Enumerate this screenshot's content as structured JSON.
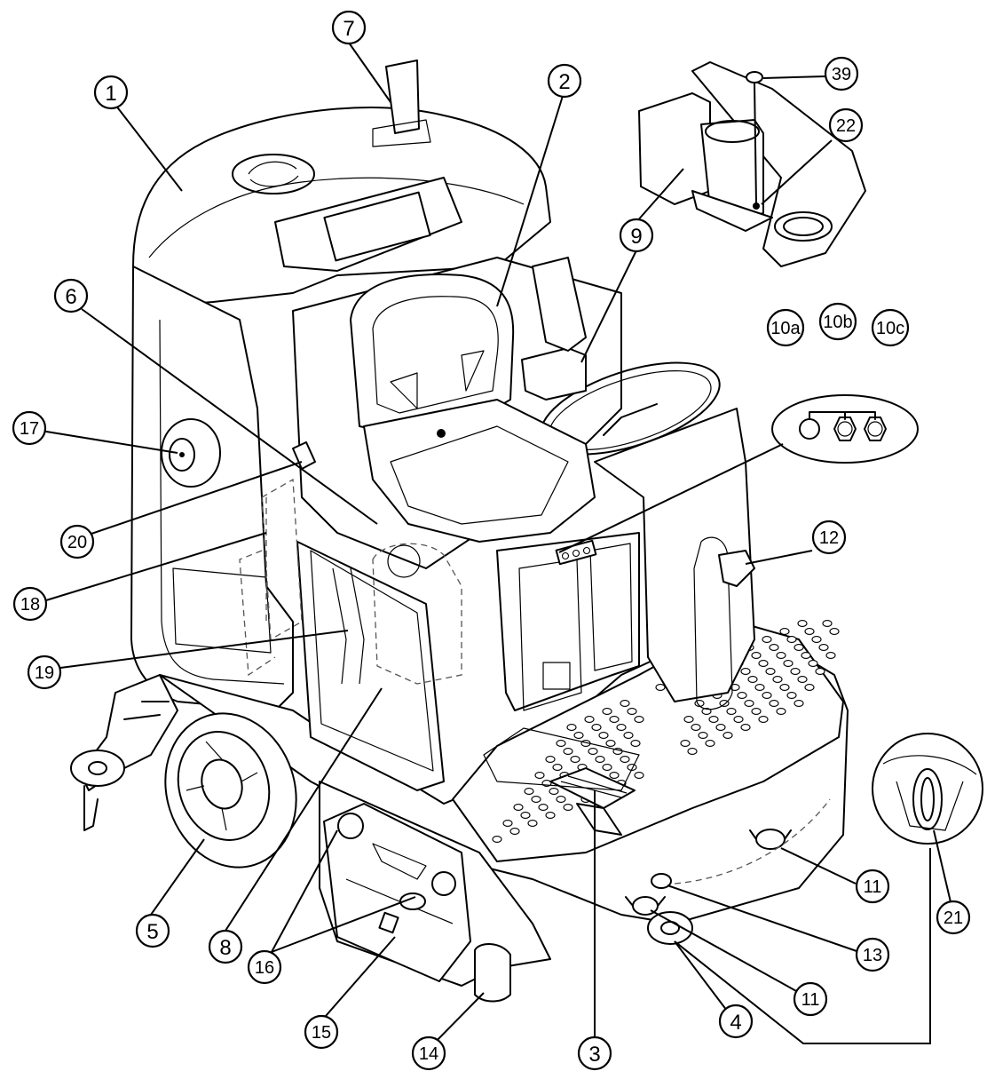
{
  "callouts": {
    "c1": "1",
    "c2": "2",
    "c3": "3",
    "c4": "4",
    "c5": "5",
    "c6": "6",
    "c7": "7",
    "c8": "8",
    "c9": "9",
    "c10a": "10a",
    "c10b": "10b",
    "c10c": "10c",
    "c11a": "11",
    "c11b": "11",
    "c12": "12",
    "c13": "13",
    "c14": "14",
    "c15": "15",
    "c16": "16",
    "c17": "17",
    "c18": "18",
    "c19": "19",
    "c20": "20",
    "c21": "21",
    "c22": "22",
    "c39": "39"
  }
}
